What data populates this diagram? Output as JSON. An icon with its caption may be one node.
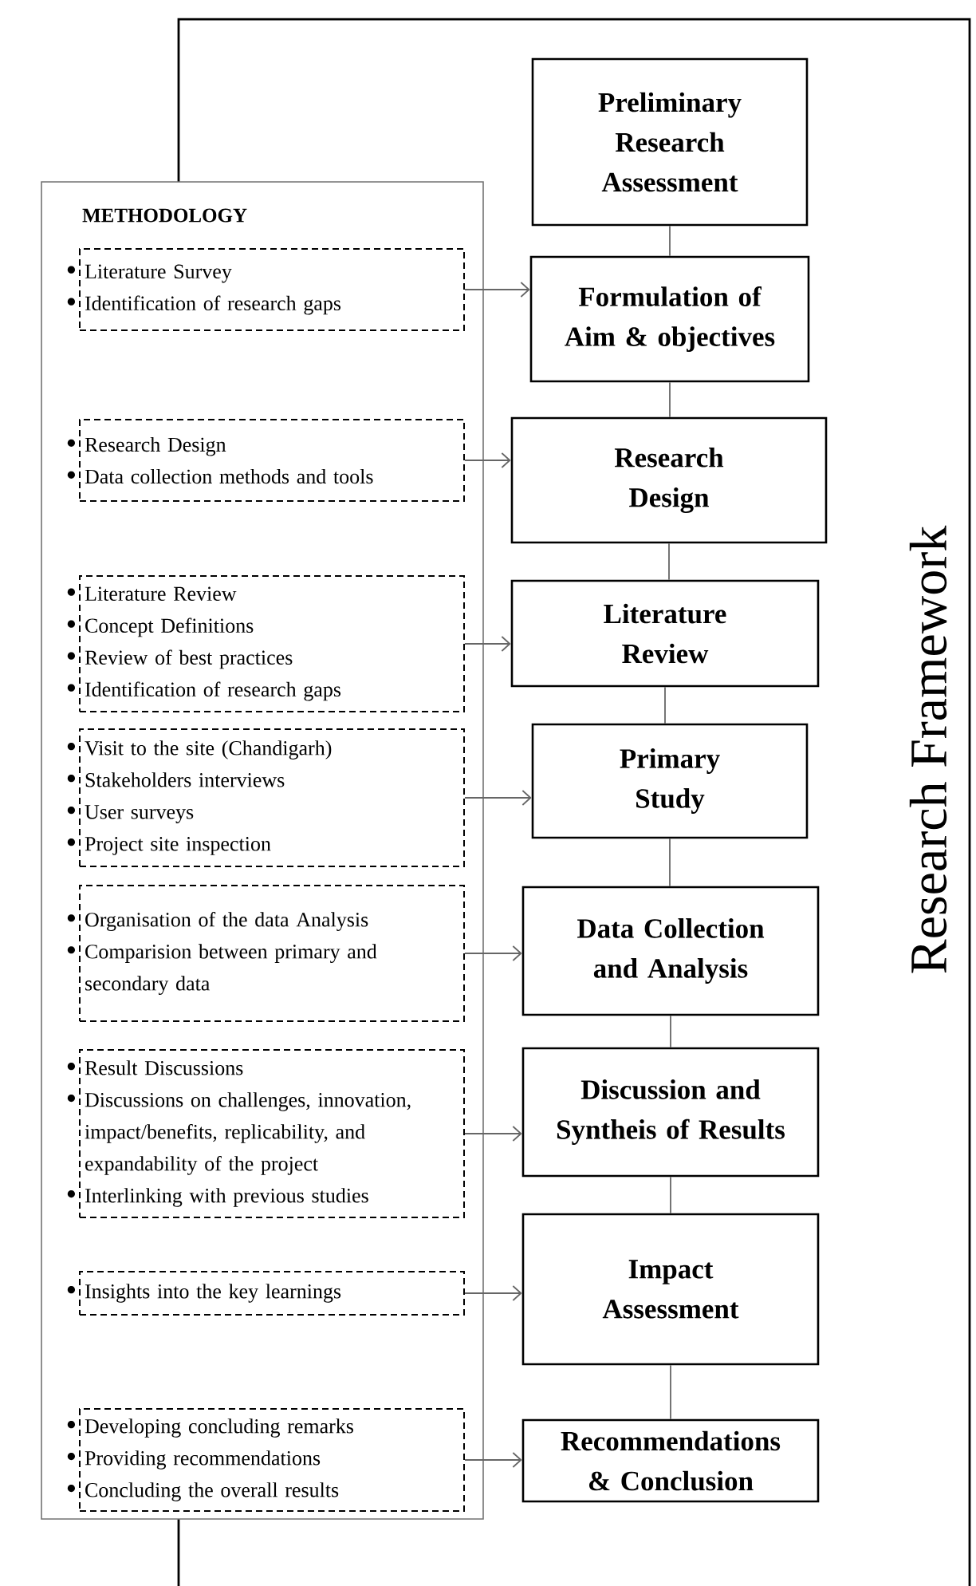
{
  "diagram": {
    "nodes": [
      {
        "text": [
          "Research Framework"
        ]
      },
      {
        "text": [
          "Preliminary Research Assessment"
        ],
        "in": 0
      },
      {
        "text": [
          "Formulation of Aim & objectives"
        ],
        "in": 0
      },
      {
        "text": [
          "Research Design"
        ],
        "in": 0
      },
      {
        "text": [
          "Literature Review"
        ],
        "in": 0
      },
      {
        "text": [
          "Primary Study"
        ],
        "in": 0
      },
      {
        "text": [
          "Data Collection and Analysis"
        ],
        "in": 0
      },
      {
        "text": [
          "Discussion and Syntheis of Results"
        ],
        "in": 0
      },
      {
        "text": [
          "Impact Assessment"
        ],
        "in": 0
      },
      {
        "text": [
          "Recommendations & Conclusion"
        ],
        "in": 0
      },
      {
        "text": [
          "METHODOLOGY"
        ]
      },
      {
        "text": [
          "Literature Survey",
          "Identification of research gaps"
        ],
        "in": 10
      },
      {
        "text": [
          "Research Design",
          "Data collection methods and tools"
        ],
        "in": 10
      },
      {
        "text": [
          "Literature Review",
          "Concept Definitions",
          "Review of best practices",
          "Identification of research gaps"
        ],
        "in": 10
      },
      {
        "text": [
          "Visit to the site (Chandigarh)",
          "Stakeholders interviews",
          "User surveys",
          "Project site inspection"
        ],
        "in": 10
      },
      {
        "text": [
          "Organisation of the data Analysis",
          "Comparision between primary and secondary data"
        ],
        "in": 10
      },
      {
        "text": [
          "Result Discussions",
          "Discussions on challenges, innovation, impact/benefits, replicability, and expandability of the project",
          "Interlinking with previous studies"
        ],
        "in": 10
      },
      {
        "text": [
          "Insights into the key learnings"
        ],
        "in": 10
      },
      {
        "text": [
          "Developing  concluding remarks",
          "Providing recommendations",
          "Concluding the overall results"
        ],
        "in": 10
      }
    ],
    "edges": [
      {
        "from": 1,
        "to": 2,
        "arrow": "none"
      },
      {
        "from": 2,
        "to": 3,
        "arrow": "none"
      },
      {
        "from": 3,
        "to": 4,
        "arrow": "none"
      },
      {
        "from": 4,
        "to": 5,
        "arrow": "none"
      },
      {
        "from": 5,
        "to": 6,
        "arrow": "none"
      },
      {
        "from": 6,
        "to": 7,
        "arrow": "none"
      },
      {
        "from": 7,
        "to": 8,
        "arrow": "none"
      },
      {
        "from": 8,
        "to": 9,
        "arrow": "none"
      },
      {
        "from": 11,
        "to": 2,
        "arrow": "to"
      },
      {
        "from": 12,
        "to": 3,
        "arrow": "to"
      },
      {
        "from": 13,
        "to": 4,
        "arrow": "to"
      },
      {
        "from": 14,
        "to": 5,
        "arrow": "to"
      },
      {
        "from": 15,
        "to": 6,
        "arrow": "to"
      },
      {
        "from": 16,
        "to": 7,
        "arrow": "to"
      },
      {
        "from": 17,
        "to": 8,
        "arrow": "to"
      },
      {
        "from": 18,
        "to": 9,
        "arrow": "to"
      }
    ]
  }
}
